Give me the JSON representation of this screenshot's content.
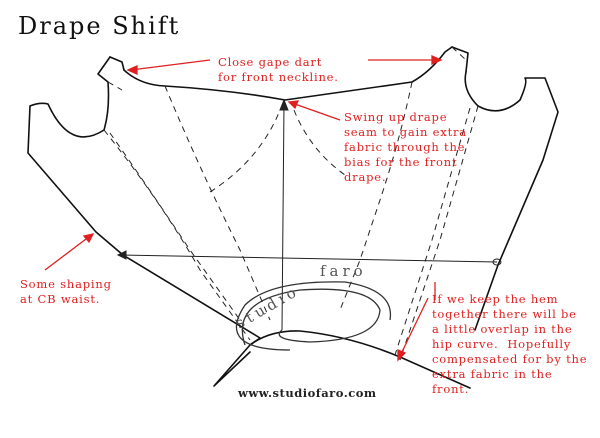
{
  "title": "Drape Shift",
  "annotations": {
    "neckline": "Close gape dart\nfor front neckline.",
    "drape": "Swing up drape\nseam to gain extra\nfabric through the\nbias for the front\ndrape.",
    "waist": "Some shaping\nat CB waist.",
    "hem": "If we keep the hem\ntogether there will be\na little overlap in the\nhip curve.  Hopefully\ncompensated for by the\nextra fabric in the\nfront."
  },
  "watermark": {
    "text_left": "studio",
    "text_right": "faro"
  },
  "footer": {
    "url": "www.studiofaro.com"
  },
  "colors": {
    "annotation": "#e02020",
    "line": "#111111"
  }
}
